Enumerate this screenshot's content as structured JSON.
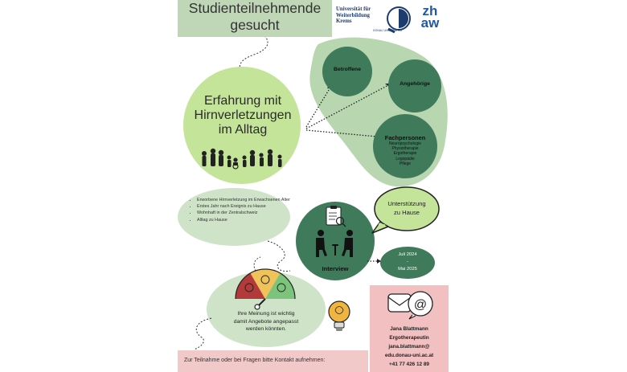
{
  "header": {
    "title": "Studienteilnehmende\ngesucht",
    "logo_uwk": "Universität für Weiterbildung Krems",
    "logo_donau": "DONAU UNIVERSITÄT",
    "logo_zhaw": "zh\naw"
  },
  "main_circle": {
    "heading": "Erfahrung mit Hirnverletzungen im Alltag"
  },
  "groups": {
    "betroffene": "Betroffene",
    "angehoerige": "Angehörige",
    "fachpersonen_title": "Fachpersonen",
    "fachpersonen_items": [
      "Neuropsychologie",
      "Physiotherapie",
      "Ergotherapie",
      "Logopädie",
      "Pflege"
    ]
  },
  "criteria": [
    "Erworbene Hirnverletzung im Erwachsenen Alter",
    "Erstes Jahr nach Ereignis zu Hause",
    "Wohnhaft in der Zentralschweiz",
    "Alltag zu Hause"
  ],
  "interview": {
    "label": "Interview",
    "speech": "Unterstützung\nzu Hause",
    "period_start": "Juli 2024",
    "period_sep": "-",
    "period_end": "Mai 2025"
  },
  "opinion": {
    "text": "Ihre Meinung ist wichtig\ndamit Angebote angepasst\nwerden könnten."
  },
  "contact": {
    "cta": "Zur Teilnahme oder bei Fragen bitte Kontakt aufnehmen:",
    "name": "Jana Blattmann",
    "role": "Ergotherapeutin",
    "email_1": "jana.blattmann@",
    "email_2": "edu.donau-uni.ac.at",
    "phone": "+41 77 426 12 89"
  },
  "colors": {
    "light_green": "#c4e49a",
    "pale_green": "#cfe3c9",
    "sage": "#b8d6b0",
    "dark_green": "#3f7a5a",
    "pink": "#f2c0c0",
    "gauge_red": "#b33a3a",
    "gauge_yellow": "#f0c35a",
    "gauge_green": "#7cc47c"
  },
  "icons": [
    "people-silhouette-icon",
    "interview-icon",
    "clipboard-icon",
    "speech-bubble-icon",
    "rating-gauge-icon",
    "lightbulb-icon",
    "contact-mail-icon"
  ]
}
